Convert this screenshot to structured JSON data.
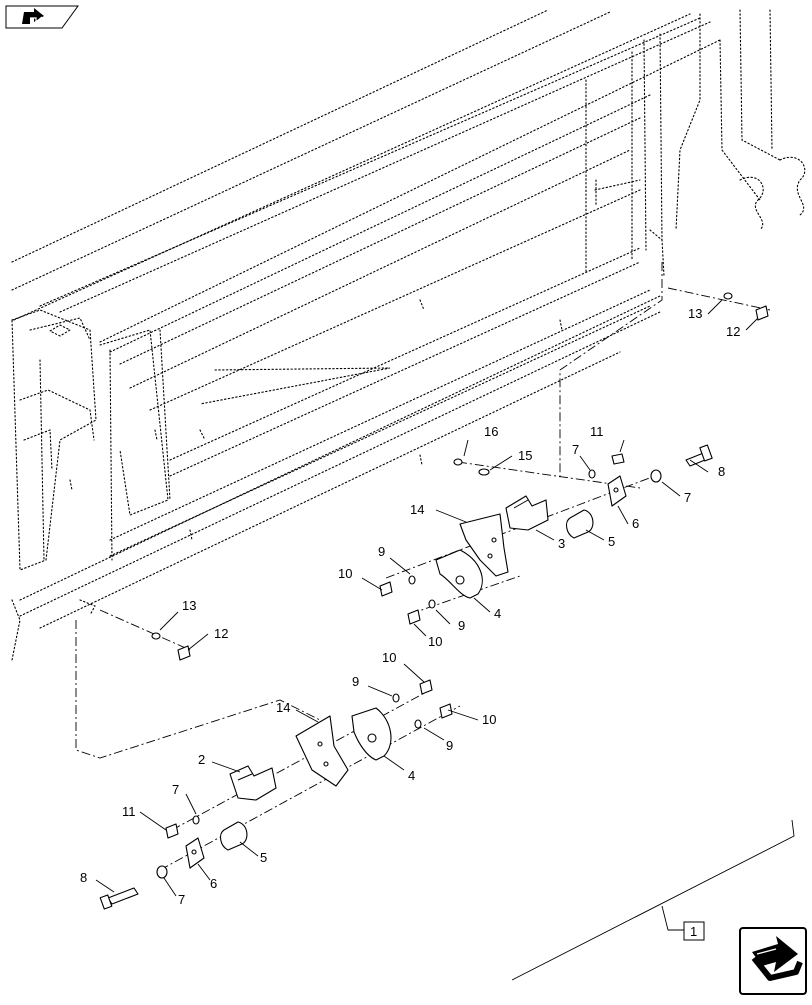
{
  "nav": {
    "back_icon": "back-arrow-icon",
    "forward_icon": "next-page-arrow-icon"
  },
  "callouts": [
    {
      "id": "c16a",
      "text": "16"
    },
    {
      "id": "c15a",
      "text": "15"
    },
    {
      "id": "c7a",
      "text": "7"
    },
    {
      "id": "c11a",
      "text": "11"
    },
    {
      "id": "c8a",
      "text": "8"
    },
    {
      "id": "c7b",
      "text": "7"
    },
    {
      "id": "c14a",
      "text": "14"
    },
    {
      "id": "c3a",
      "text": "3"
    },
    {
      "id": "c5a",
      "text": "5"
    },
    {
      "id": "c6a",
      "text": "6"
    },
    {
      "id": "c9a",
      "text": "9"
    },
    {
      "id": "c10a",
      "text": "10"
    },
    {
      "id": "c4a",
      "text": "4"
    },
    {
      "id": "c9b",
      "text": "9"
    },
    {
      "id": "c10b",
      "text": "10"
    },
    {
      "id": "c13a",
      "text": "13"
    },
    {
      "id": "c12a",
      "text": "12"
    },
    {
      "id": "c13b",
      "text": "13"
    },
    {
      "id": "c12b",
      "text": "12"
    },
    {
      "id": "c10c",
      "text": "10"
    },
    {
      "id": "c9c",
      "text": "9"
    },
    {
      "id": "c14b",
      "text": "14"
    },
    {
      "id": "c10d",
      "text": "10"
    },
    {
      "id": "c2a",
      "text": "2"
    },
    {
      "id": "c4b",
      "text": "4"
    },
    {
      "id": "c9d",
      "text": "9"
    },
    {
      "id": "c7c",
      "text": "7"
    },
    {
      "id": "c11b",
      "text": "11"
    },
    {
      "id": "c5b",
      "text": "5"
    },
    {
      "id": "c8b",
      "text": "8"
    },
    {
      "id": "c6b",
      "text": "6"
    },
    {
      "id": "c7d",
      "text": "7"
    },
    {
      "id": "c1a",
      "text": "1"
    }
  ]
}
